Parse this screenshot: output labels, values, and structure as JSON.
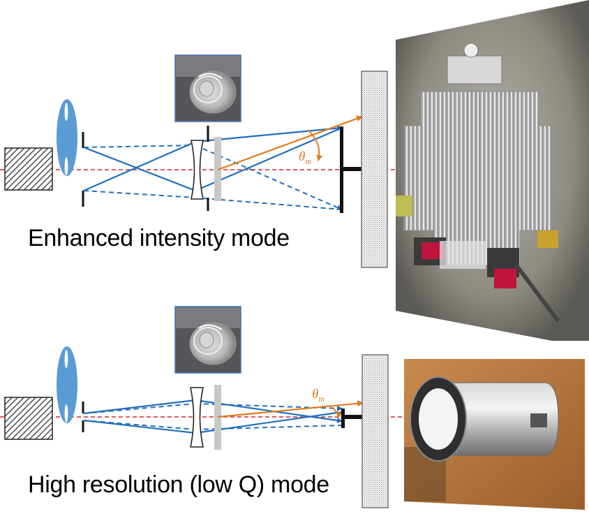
{
  "panels": [
    {
      "caption": "Enhanced intensity mode",
      "angle_label": "θ",
      "angle_subscript": "m"
    },
    {
      "caption": "High resolution (low Q) mode",
      "angle_label": "θ",
      "angle_subscript": "m"
    }
  ],
  "colors": {
    "ray": "#1f6fbf",
    "scattered_ray": "#e07b1f",
    "beam_axis": "#d62728",
    "lens": "#5b9bd5",
    "detector_backdrop": "#e6e6e6"
  }
}
